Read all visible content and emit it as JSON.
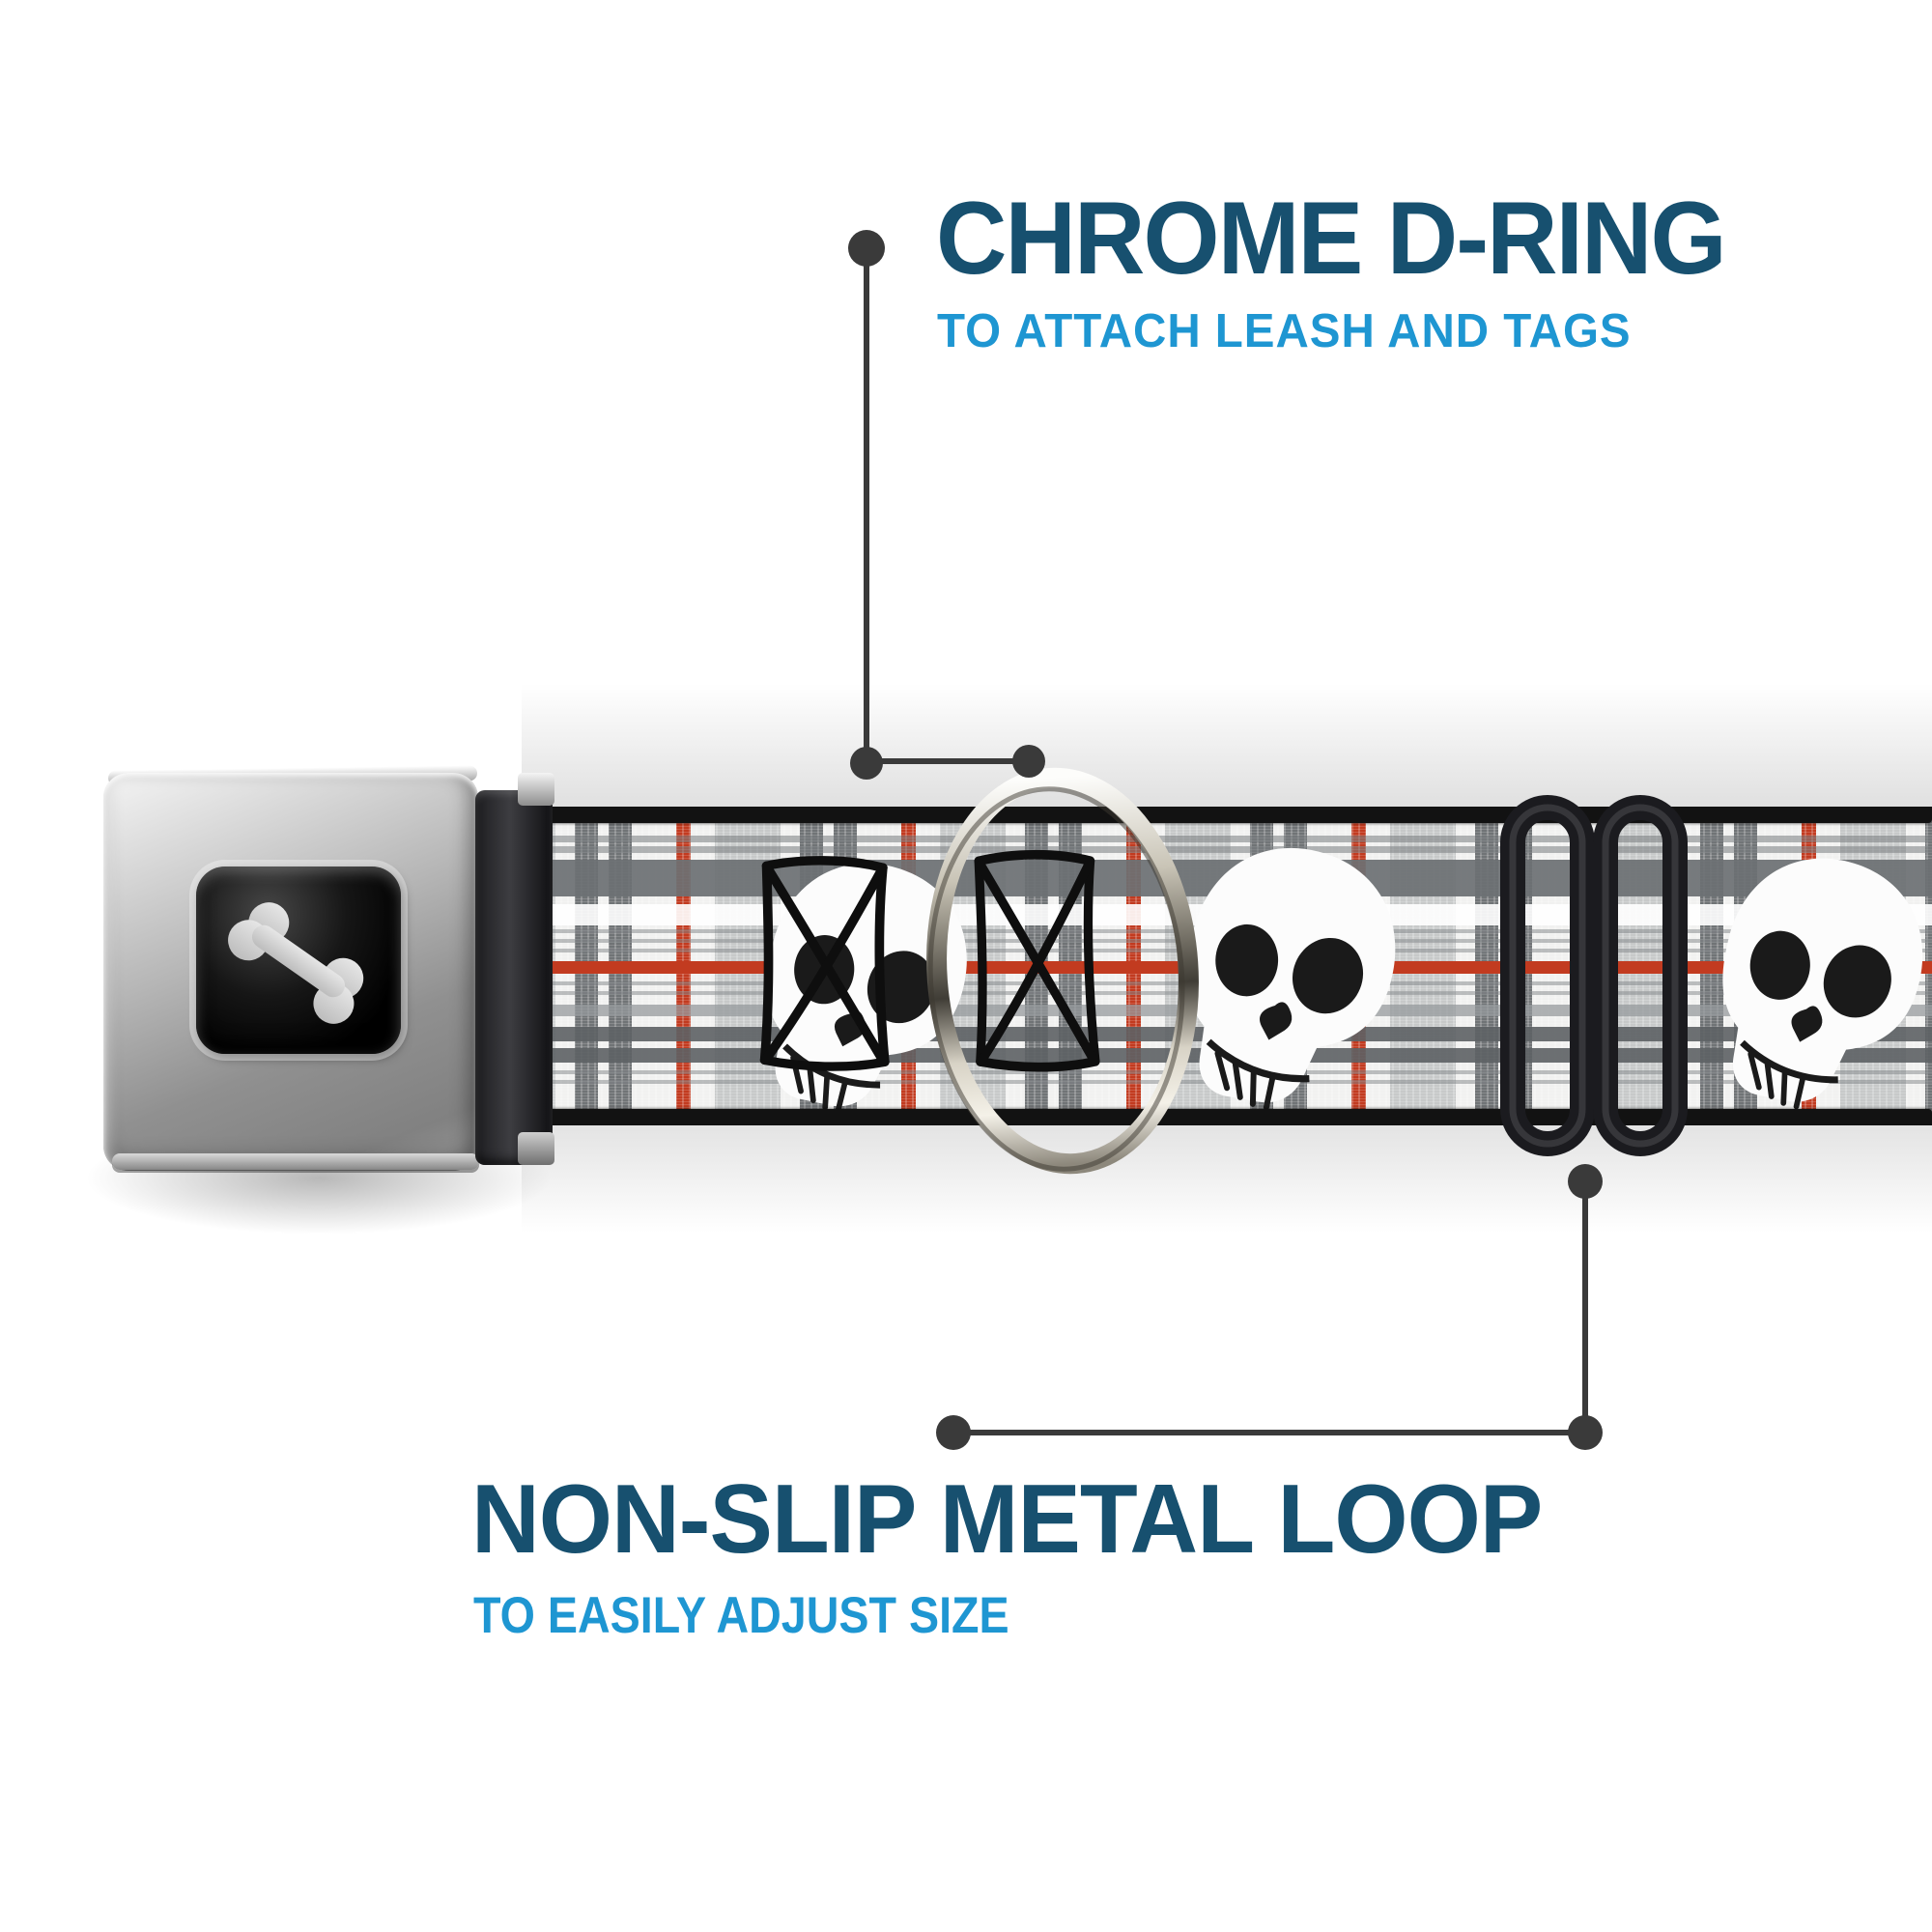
{
  "graphic": {
    "type": "product-feature-callouts",
    "background": "#FFFFFF"
  },
  "annotations": {
    "d_ring": {
      "title": "CHROME D-RING",
      "subtitle": "TO ATTACH LEASH AND TAGS"
    },
    "metal_loop": {
      "title": "NON-SLIP METAL LOOP",
      "subtitle": "TO EASILY ADJUST SIZE"
    }
  },
  "product": {
    "parts": {
      "buckle": "seatbelt-buckle",
      "buckle_logo": "dog-bone-icon",
      "webbing": "plaid-skull-webbing",
      "d_ring": "chrome-d-ring",
      "adjuster": "black-metal-loop"
    },
    "pattern_motifs": [
      "skull-icon",
      "crossed-box-motif",
      "plaid-stripes"
    ]
  },
  "colors": {
    "title_navy": "#17506F",
    "subtitle_blue": "#1E96D2",
    "leader_gray": "#3A3A3A",
    "plaid_red": "#C23B20",
    "plaid_dark": "#5D6164",
    "plaid_base": "#F1F1F0",
    "edge_black": "#121212",
    "buckle_silver": "#C9C9C9",
    "window_black": "#070707",
    "bone_silver": "#D6D6D6",
    "loop_black": "#1B1B1F",
    "ring_chrome": "#D8D3C6"
  }
}
